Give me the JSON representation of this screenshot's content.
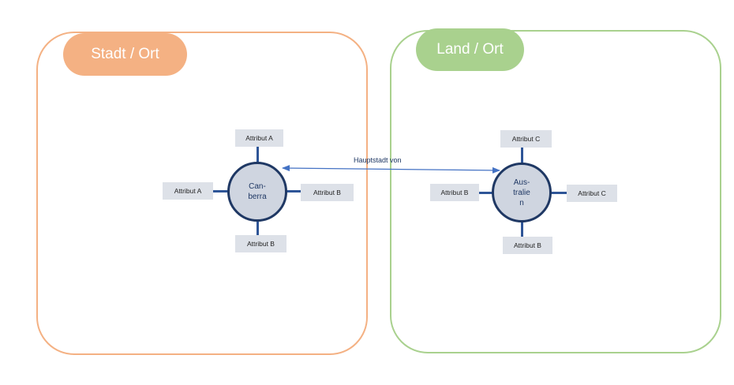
{
  "groups": {
    "stadt": {
      "label": "Stadt / Ort",
      "color": "#f4b183"
    },
    "land": {
      "label": "Land / Ort",
      "color": "#a9d18e"
    }
  },
  "entities": {
    "canberra": {
      "label": "Can-\nberra",
      "attributes": {
        "top": "Attribut A",
        "left": "Attribut A",
        "right": "Attribut B",
        "bottom": "Attribut B"
      }
    },
    "australien": {
      "label": "Aus-\ntralie\nn",
      "attributes": {
        "top": "Attribut C",
        "left": "Attribut B",
        "right": "Attribut C",
        "bottom": "Attribut B"
      }
    }
  },
  "relationship": {
    "label": "Hauptstadt von",
    "color": "#4472c4"
  }
}
